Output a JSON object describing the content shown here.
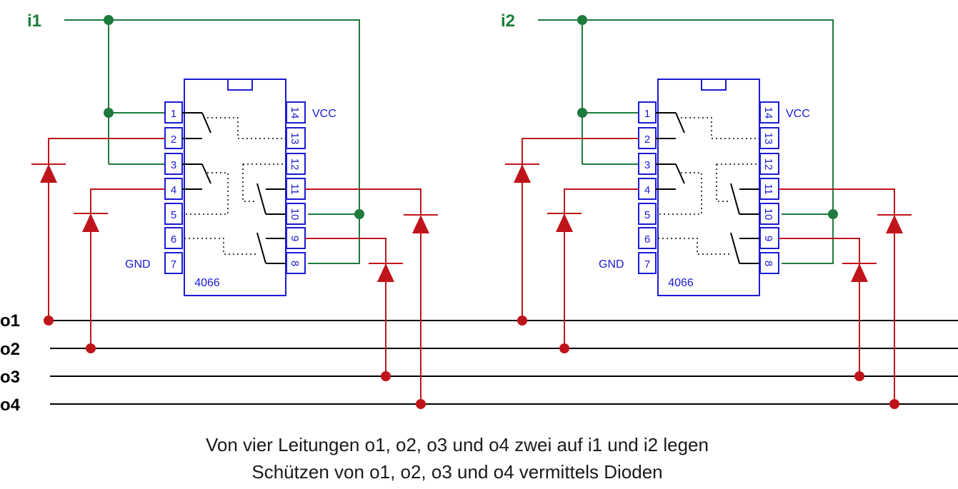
{
  "inputs": [
    {
      "label": "i1"
    },
    {
      "label": "i2"
    }
  ],
  "outputs": [
    {
      "label": "o1"
    },
    {
      "label": "o2"
    },
    {
      "label": "o3"
    },
    {
      "label": "o4"
    }
  ],
  "chip": {
    "part": "4066",
    "vcc_label": "VCC",
    "gnd_label": "GND",
    "left_pins": [
      "1",
      "2",
      "3",
      "4",
      "5",
      "6",
      "7"
    ],
    "right_pins": [
      "14",
      "13",
      "12",
      "11",
      "10",
      "9",
      "8"
    ]
  },
  "caption": [
    "Von vier Leitungen o1, o2, o3 und o4 zwei auf i1 und i2 legen",
    "Schützen von o1, o2, o3 und o4 vermittels Dioden"
  ],
  "colors": {
    "input_net": "#1e7b3b",
    "diode_net": "#c0141b",
    "chip": "#1a1ad6",
    "bus": "#000000"
  }
}
